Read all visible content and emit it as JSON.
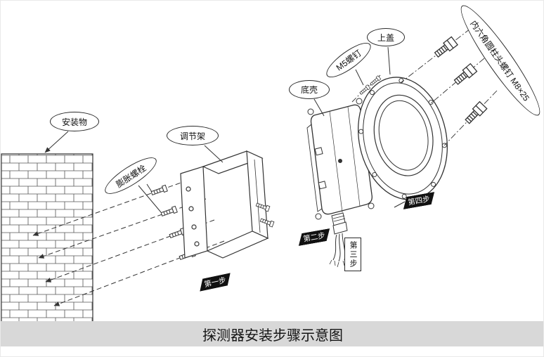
{
  "colors": {
    "title_bar_bg": "#d8d8d8",
    "flag_bg": "#111111",
    "line": "#333333"
  },
  "diagram": {
    "labels": {
      "mounting_object": "安装物",
      "expansion_bolt": "膨胀螺栓",
      "adjust_bracket": "调节架",
      "bottom_shell": "底壳",
      "m5_screw": "M5螺钉",
      "top_cover": "上盖",
      "hex_cap_screw": "内六角圆柱头螺钉 M8×25"
    },
    "steps": {
      "step1": "第一步",
      "step2": "第二步",
      "step3": "第三步",
      "step4": "第四步"
    }
  },
  "caption": {
    "title": "探测器安装步骤示意图"
  }
}
